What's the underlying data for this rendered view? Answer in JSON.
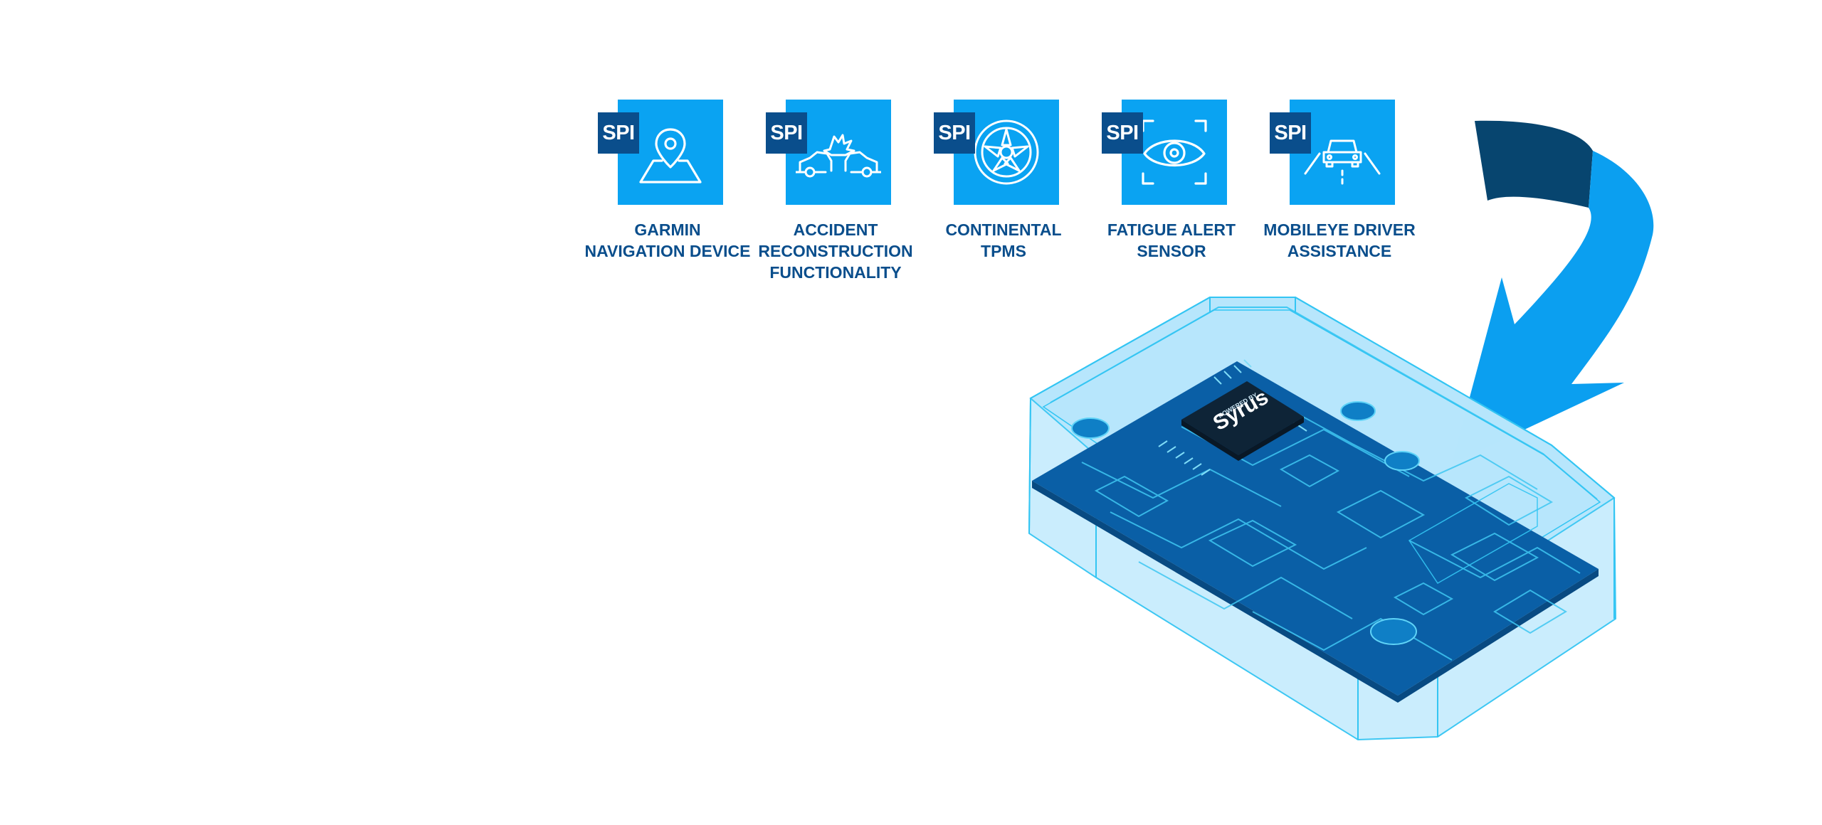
{
  "features": [
    {
      "badge": "SPI",
      "icon": "map-pin-icon",
      "label_line1": "GARMIN",
      "label_line2": "NAVIGATION DEVICE",
      "label_line3": ""
    },
    {
      "badge": "SPI",
      "icon": "car-crash-icon",
      "label_line1": "ACCIDENT",
      "label_line2": "RECONSTRUCTION",
      "label_line3": "FUNCTIONALITY"
    },
    {
      "badge": "SPI",
      "icon": "tire-icon",
      "label_line1": "CONTINENTAL",
      "label_line2": "TPMS",
      "label_line3": ""
    },
    {
      "badge": "SPI",
      "icon": "eye-scan-icon",
      "label_line1": "FATIGUE ALERT",
      "label_line2": "SENSOR",
      "label_line3": ""
    },
    {
      "badge": "SPI",
      "icon": "car-lane-icon",
      "label_line1": "MOBILEYE DRIVER",
      "label_line2": "ASSISTANCE",
      "label_line3": ""
    }
  ],
  "device": {
    "chip_small_text": "POWERED BY",
    "chip_brand": "Syrus"
  },
  "colors": {
    "tile": "#0aa3f2",
    "badge": "#0a4e8c",
    "label": "#0a4e8c",
    "arrow_front": "#0b9ff0",
    "arrow_back": "#07456f",
    "shell": "#bfe9fc",
    "shell_line": "#33c5f3",
    "board": "#0a5fa6",
    "trace": "#3fc7f2"
  }
}
